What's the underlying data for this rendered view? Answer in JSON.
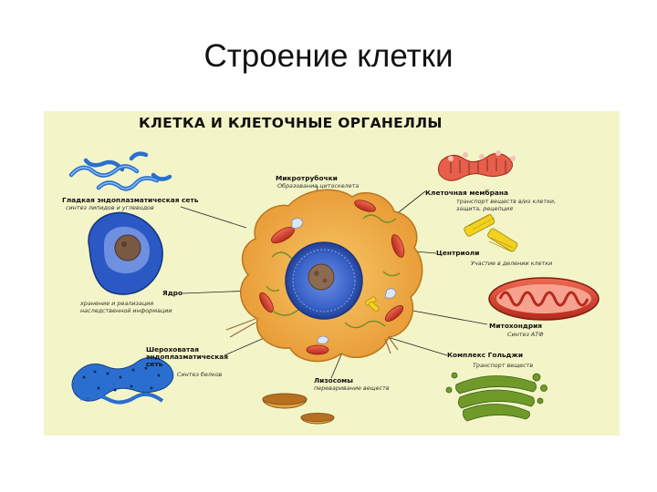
{
  "slide": {
    "title": "Строение клетки"
  },
  "poster": {
    "title": "КЛЕТКА И КЛЕТОЧНЫЕ ОРГАНЕЛЛЫ",
    "organelles": {
      "smooth_er": {
        "name": "Гладкая эндоплазматическая сеть",
        "function": "синтез липидов и углеводов"
      },
      "nucleus": {
        "name": "Ядро",
        "function_line1": "хранение и реализация",
        "function_line2": "наследственной информации"
      },
      "rough_er": {
        "name_line1": "Шероховатая",
        "name_line2": "эндоплазматическая",
        "name_line3": "сеть",
        "function": "Синтез белков"
      },
      "lysosomes": {
        "name": "Лизосомы",
        "function": "переваривание веществ"
      },
      "microtubules": {
        "name": "Микротрубочки",
        "function": "Образование цитоскелета"
      },
      "membrane": {
        "name": "Клеточная мембрана",
        "function_line1": "транспорт веществ в/из клетки,",
        "function_line2": "защита, рецепция"
      },
      "centrioles": {
        "name": "Центриоли",
        "function": "Участие в делении клетки"
      },
      "mitochondria": {
        "name": "Митохондрия",
        "function": "Синтез АТФ"
      },
      "golgi": {
        "name": "Комплекс Гольджи",
        "function": "Транспорт веществ"
      }
    },
    "colors": {
      "background": "#f3f5c8",
      "cytoplasm": "#f0b34a",
      "nucleus": "#3a63c9",
      "mitochondria": "#d9452f",
      "er_blue": "#2a6fd0",
      "golgi": "#6f9a2a"
    }
  }
}
